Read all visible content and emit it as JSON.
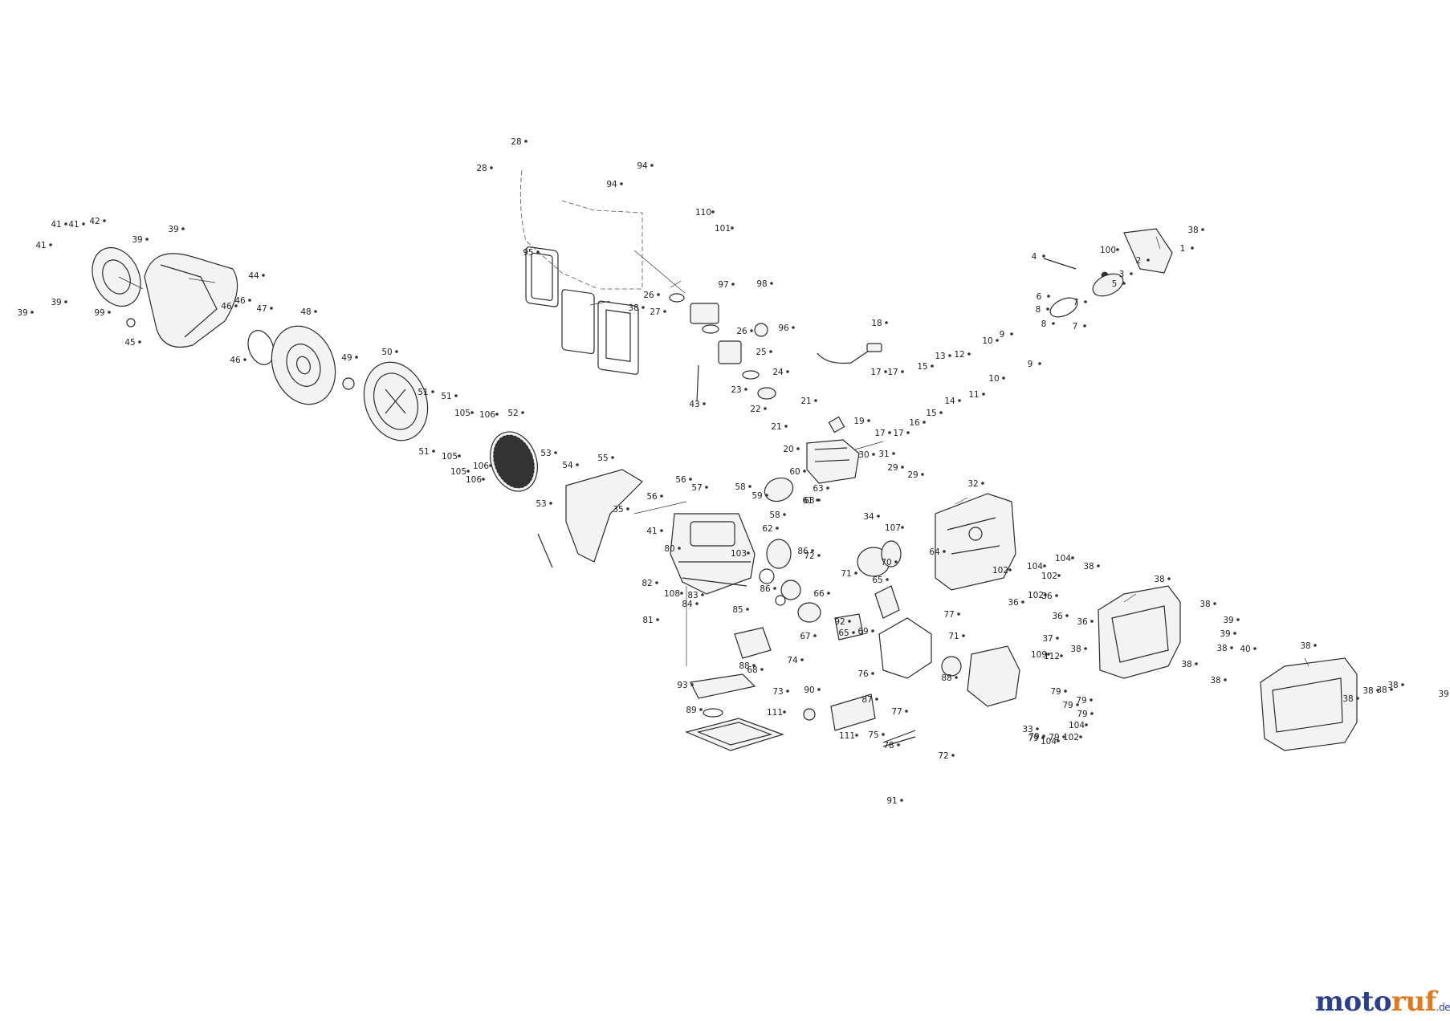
{
  "brand": {
    "part1": "moto",
    "part2": "ruf",
    "part3": "",
    "tld": ".de"
  },
  "labels": [
    {
      "text": "28"
    },
    {
      "text": "28"
    },
    {
      "text": "94"
    },
    {
      "text": "94"
    },
    {
      "text": "95"
    },
    {
      "text": "110"
    },
    {
      "text": "101"
    },
    {
      "text": "38"
    },
    {
      "text": "1"
    },
    {
      "text": "4"
    },
    {
      "text": "100"
    },
    {
      "text": "3"
    },
    {
      "text": "2"
    },
    {
      "text": "5"
    },
    {
      "text": "6"
    },
    {
      "text": "7"
    },
    {
      "text": "7"
    },
    {
      "text": "8"
    },
    {
      "text": "8"
    },
    {
      "text": "9"
    },
    {
      "text": "9"
    },
    {
      "text": "41"
    },
    {
      "text": "41"
    },
    {
      "text": "42"
    },
    {
      "text": "39"
    },
    {
      "text": "41"
    },
    {
      "text": "39"
    },
    {
      "text": "39"
    },
    {
      "text": "44"
    },
    {
      "text": "39"
    },
    {
      "text": "99"
    },
    {
      "text": "45"
    },
    {
      "text": "46"
    },
    {
      "text": "46"
    },
    {
      "text": "46"
    },
    {
      "text": "47"
    },
    {
      "text": "48"
    },
    {
      "text": "49"
    },
    {
      "text": "50"
    },
    {
      "text": "97"
    },
    {
      "text": "98"
    },
    {
      "text": "96"
    },
    {
      "text": "26"
    },
    {
      "text": "26"
    },
    {
      "text": "27"
    },
    {
      "text": "38"
    },
    {
      "text": "25"
    },
    {
      "text": "24"
    },
    {
      "text": "23"
    },
    {
      "text": "43"
    },
    {
      "text": "18"
    },
    {
      "text": "22"
    },
    {
      "text": "21"
    },
    {
      "text": "21"
    },
    {
      "text": "19"
    },
    {
      "text": "20"
    },
    {
      "text": "17"
    },
    {
      "text": "17"
    },
    {
      "text": "15"
    },
    {
      "text": "13"
    },
    {
      "text": "12"
    },
    {
      "text": "10"
    },
    {
      "text": "10"
    },
    {
      "text": "11"
    },
    {
      "text": "14"
    },
    {
      "text": "15"
    },
    {
      "text": "16"
    },
    {
      "text": "17"
    },
    {
      "text": "17"
    },
    {
      "text": "51"
    },
    {
      "text": "51"
    },
    {
      "text": "51"
    },
    {
      "text": "105"
    },
    {
      "text": "105"
    },
    {
      "text": "105"
    },
    {
      "text": "106"
    },
    {
      "text": "106"
    },
    {
      "text": "106"
    },
    {
      "text": "52"
    },
    {
      "text": "53"
    },
    {
      "text": "53"
    },
    {
      "text": "54"
    },
    {
      "text": "55"
    },
    {
      "text": "56"
    },
    {
      "text": "56"
    },
    {
      "text": "57"
    },
    {
      "text": "58"
    },
    {
      "text": "58"
    },
    {
      "text": "59"
    },
    {
      "text": "60"
    },
    {
      "text": "61"
    },
    {
      "text": "63"
    },
    {
      "text": "63"
    },
    {
      "text": "62"
    },
    {
      "text": "30"
    },
    {
      "text": "31"
    },
    {
      "text": "29"
    },
    {
      "text": "29"
    },
    {
      "text": "34"
    },
    {
      "text": "107"
    },
    {
      "text": "32"
    },
    {
      "text": "35"
    },
    {
      "text": "41"
    },
    {
      "text": "80"
    },
    {
      "text": "82"
    },
    {
      "text": "81"
    },
    {
      "text": "108"
    },
    {
      "text": "83"
    },
    {
      "text": "84"
    },
    {
      "text": "85"
    },
    {
      "text": "86"
    },
    {
      "text": "86"
    },
    {
      "text": "103"
    },
    {
      "text": "72"
    },
    {
      "text": "70"
    },
    {
      "text": "71"
    },
    {
      "text": "64"
    },
    {
      "text": "65"
    },
    {
      "text": "66"
    },
    {
      "text": "67"
    },
    {
      "text": "69"
    },
    {
      "text": "65"
    },
    {
      "text": "68"
    },
    {
      "text": "74"
    },
    {
      "text": "73"
    },
    {
      "text": "76"
    },
    {
      "text": "75"
    },
    {
      "text": "87"
    },
    {
      "text": "111"
    },
    {
      "text": "111"
    },
    {
      "text": "91"
    },
    {
      "text": "92"
    },
    {
      "text": "93"
    },
    {
      "text": "88"
    },
    {
      "text": "88"
    },
    {
      "text": "89"
    },
    {
      "text": "90"
    },
    {
      "text": "77"
    },
    {
      "text": "77"
    },
    {
      "text": "71"
    },
    {
      "text": "72"
    },
    {
      "text": "78"
    },
    {
      "text": "109"
    },
    {
      "text": "79"
    },
    {
      "text": "79"
    },
    {
      "text": "79"
    },
    {
      "text": "79"
    },
    {
      "text": "79"
    },
    {
      "text": "79"
    },
    {
      "text": "79"
    },
    {
      "text": "33"
    },
    {
      "text": "104"
    },
    {
      "text": "102"
    },
    {
      "text": "104"
    },
    {
      "text": "102"
    },
    {
      "text": "104"
    },
    {
      "text": "104"
    },
    {
      "text": "102"
    },
    {
      "text": "102"
    },
    {
      "text": "36"
    },
    {
      "text": "36"
    },
    {
      "text": "36"
    },
    {
      "text": "36"
    },
    {
      "text": "37"
    },
    {
      "text": "112"
    },
    {
      "text": "38"
    },
    {
      "text": "38"
    },
    {
      "text": "38"
    },
    {
      "text": "38"
    },
    {
      "text": "39"
    },
    {
      "text": "39"
    },
    {
      "text": "40"
    },
    {
      "text": "38"
    },
    {
      "text": "38"
    },
    {
      "text": "38"
    },
    {
      "text": "38"
    },
    {
      "text": "38"
    },
    {
      "text": "38"
    },
    {
      "text": "38"
    },
    {
      "text": "38"
    },
    {
      "text": "39"
    }
  ]
}
